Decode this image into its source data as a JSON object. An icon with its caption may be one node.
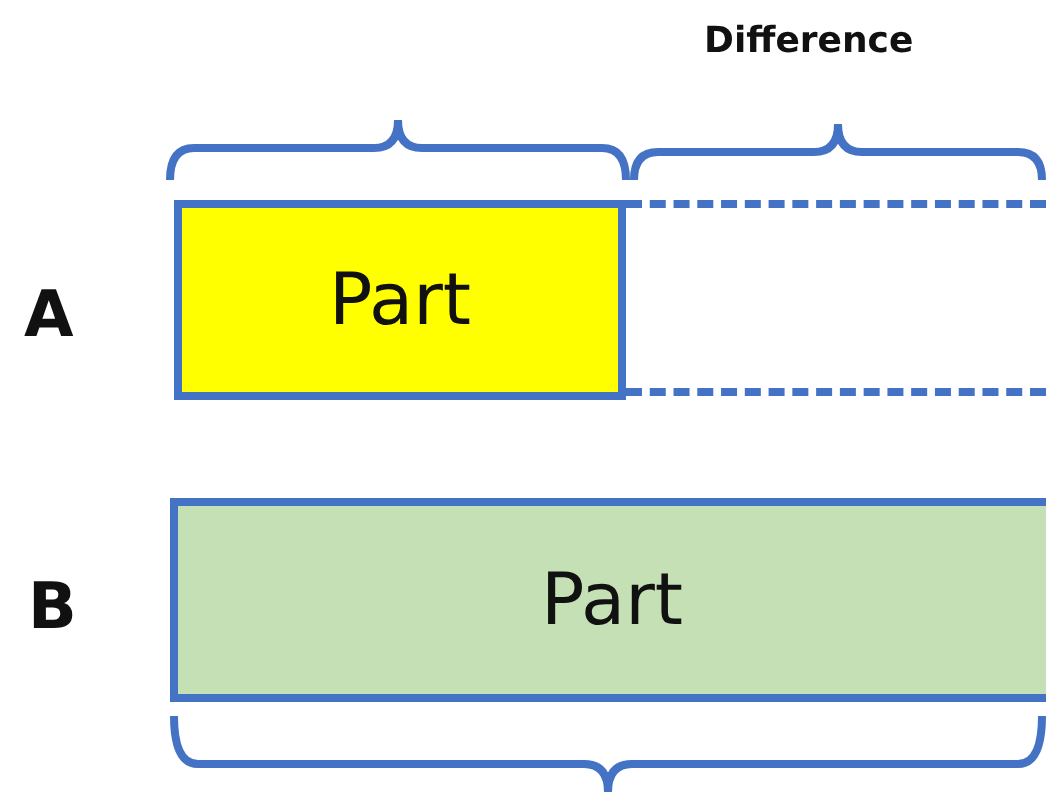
{
  "diagram": {
    "nodes": [
      {
        "text": [
          "Part"
        ]
      },
      {
        "text": [],
        "shape": "box"
      },
      {
        "text": [
          "Part"
        ]
      }
    ],
    "labels": [
      "Difference",
      "A",
      "B"
    ]
  }
}
